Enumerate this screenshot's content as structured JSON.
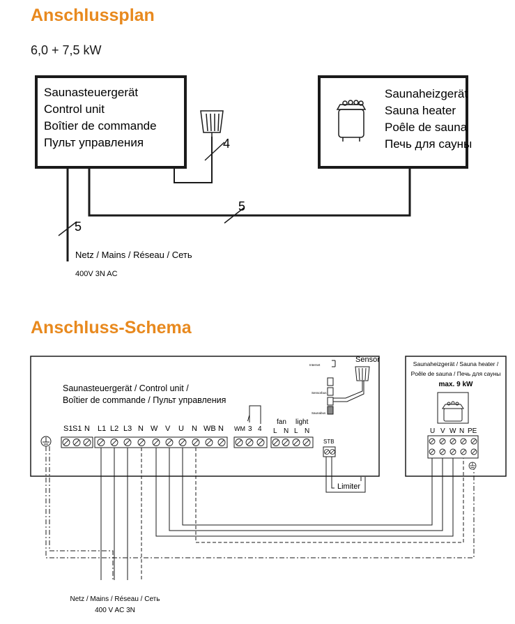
{
  "plan": {
    "title": "Anschlussplan",
    "power": "6,0 + 7,5 kW",
    "control_unit_lines": [
      "Saunasteuergerät",
      "Control unit",
      "Boîtier de commande",
      "Пульт управления"
    ],
    "heater_lines": [
      "Saunaheizgerät",
      "Sauna heater",
      "Poêle de sauna",
      "Печь для сауны"
    ],
    "sensor_wire_count": "4",
    "heater_wire_count": "5",
    "mains_wire_count": "5",
    "mains_label": "Netz / Mains / Réseau / Сеть",
    "mains_spec": "400V 3N AC"
  },
  "schema": {
    "title": "Anschluss-Schema",
    "control_unit_label_1": "Saunasteuergerät / Control unit /",
    "control_unit_label_2": "Boîtier de commande / Пульт управления",
    "terminal_labels": [
      "S1",
      "S1",
      "N",
      "L1",
      "L2",
      "L3",
      "N",
      "W",
      "V",
      "U",
      "N",
      "WB",
      "N"
    ],
    "relay_labels": [
      "WM",
      "3",
      "4"
    ],
    "relay_symbol": "/",
    "fan_label": "fan",
    "light_label": "light",
    "fan_light_terminals": [
      "L",
      "N",
      "L",
      "N"
    ],
    "panel_marks": [
      "Internet",
      "Sensorbus",
      "Saunabus"
    ],
    "stb_label": "STB",
    "sensor_label": "Sensor",
    "limiter_label": "Limiter",
    "heater_label_1": "Saunaheizgerät / Sauna heater /",
    "heater_label_2": "Poêle de sauna / Печь для сауны",
    "heater_max": "max. 9 kW",
    "heater_terminals": [
      "U",
      "V",
      "W",
      "N",
      "PE"
    ],
    "mains_label": "Netz / Mains / Réseau / Сеть",
    "mains_spec": "400 V AC 3N"
  },
  "colors": {
    "heading": "#e8891e",
    "line": "#1a1a1a",
    "dash": "#555555"
  }
}
